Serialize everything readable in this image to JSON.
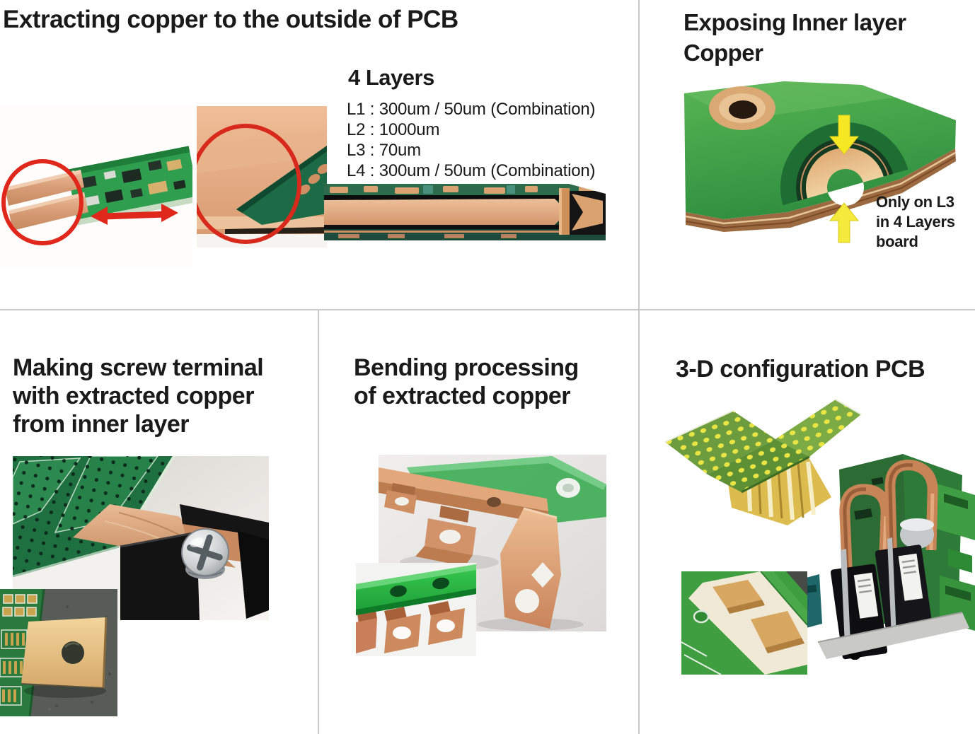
{
  "colors": {
    "text": "#1a1a1a",
    "divider_gray": "#c9c9c9",
    "annotation_red": "#e0271b",
    "arrow_yellow": "#f6e822",
    "pcb_green": "#2f9e4e",
    "copper": "#d59b73"
  },
  "extract_panel": {
    "title": "Extracting copper to the outside of PCB",
    "layers_heading": "4 Layers",
    "layer_specs": [
      "L1 : 300um / 50um (Combination)",
      "L2 : 1000um",
      "L3 : 70um",
      "L4 : 300um / 50um (Combination)"
    ]
  },
  "expose_panel": {
    "title_line1": "Exposing Inner layer",
    "title_line2": "Copper",
    "caption_line1": "Only on L3",
    "caption_line2": "in 4 Layers",
    "caption_line3": "board"
  },
  "screw_panel": {
    "title_line1": "Making screw terminal",
    "title_line2": "with extracted copper",
    "title_line3": "from inner layer"
  },
  "bend_panel": {
    "title_line1": "Bending processing",
    "title_line2": "of extracted copper"
  },
  "threed_panel": {
    "title": "3-D configuration PCB"
  }
}
